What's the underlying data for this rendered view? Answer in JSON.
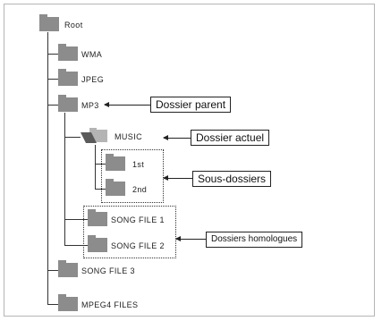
{
  "tree": {
    "root": "Root",
    "wma": "WMA",
    "jpeg": "JPEG",
    "mp3": "MP3",
    "music": "MUSIC",
    "sub1": "1st",
    "sub2": "2nd",
    "song1": "SONG FILE 1",
    "song2": "SONG FILE 2",
    "song3": "SONG FILE 3",
    "mpeg4": "MPEG4 FILES"
  },
  "callouts": {
    "parent": "Dossier parent",
    "current": "Dossier actuel",
    "sub": "Sous-dossiers",
    "siblings": "Dossiers homologues"
  }
}
